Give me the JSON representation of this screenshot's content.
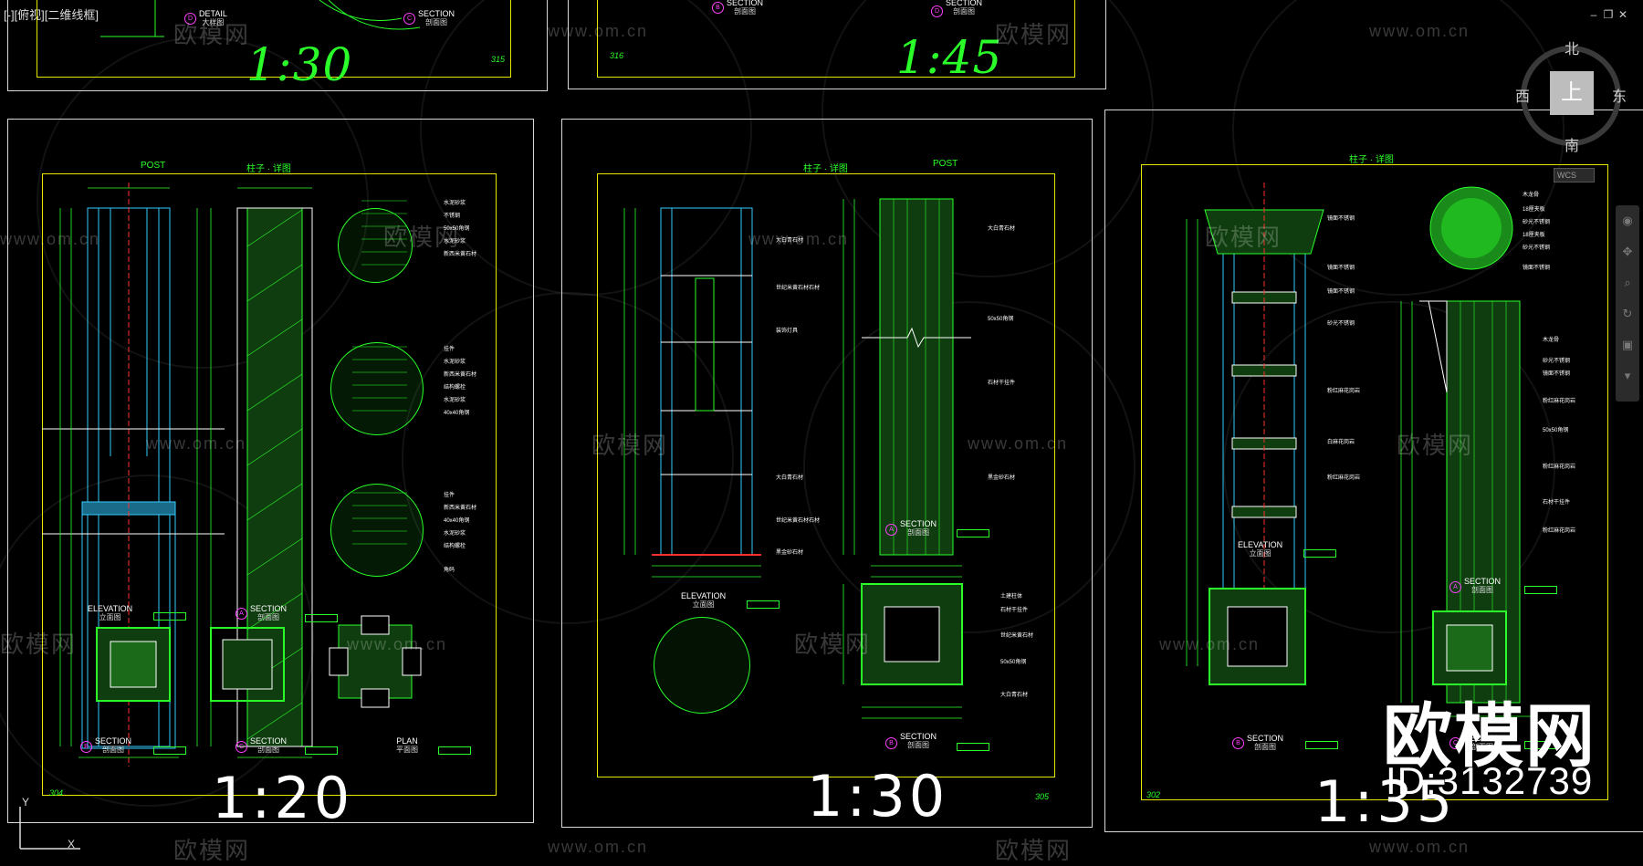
{
  "viewport_label": "[-][俯视][二维线框]",
  "compass": {
    "north": "北",
    "south": "南",
    "east": "东",
    "west": "西",
    "center": "上",
    "wcs": "WCS"
  },
  "window_controls": {
    "minimize": "–",
    "restore": "❐",
    "close": "✕"
  },
  "watermark": {
    "brand": "欧模网",
    "url": "www.om.cn",
    "id": "ID:3132739"
  },
  "ucs": {
    "y": "Y",
    "x": "X"
  },
  "top_sheets": [
    {
      "scale": "1:30",
      "page": "315",
      "labels": [
        {
          "bubble": "D",
          "title": "DETAIL",
          "cn": "大样图"
        },
        {
          "bubble": "C",
          "title": "SECTION",
          "cn": "剖面图"
        }
      ]
    },
    {
      "scale": "1:45",
      "page": "316",
      "labels": [
        {
          "bubble": "B",
          "title": "SECTION",
          "cn": "剖面图"
        },
        {
          "bubble": "D",
          "title": "SECTION",
          "cn": "剖面图"
        }
      ]
    }
  ],
  "sheets": [
    {
      "id": "sheet-1",
      "scale": "1:20",
      "page": "304",
      "header": {
        "left": "POST",
        "right": "柱子 · 详图"
      },
      "views": [
        {
          "bubble": "",
          "title": "ELEVATION",
          "cn": "立面图"
        },
        {
          "bubble": "A",
          "title": "SECTION",
          "cn": "剖面图"
        },
        {
          "bubble": "B",
          "title": "SECTION",
          "cn": "剖面图"
        },
        {
          "bubble": "C",
          "title": "SECTION",
          "cn": "剖面图"
        },
        {
          "bubble": "",
          "title": "PLAN",
          "cn": "平面图"
        }
      ],
      "notes": [
        "水泥砂浆",
        "不锈钢",
        "50x50角钢",
        "水泥砂浆",
        "新西米黄石材",
        "挂件",
        "水泥砂浆",
        "新西米黄石材",
        "结构螺栓",
        "水泥砂浆",
        "40x40角钢",
        "挂件",
        "新西米黄石材",
        "40x40角钢",
        "水泥砂浆",
        "结构螺栓",
        "角码"
      ]
    },
    {
      "id": "sheet-2",
      "scale": "1:30",
      "page": "305",
      "header": {
        "left": "柱子 · 详图",
        "right": "POST"
      },
      "views": [
        {
          "bubble": "",
          "title": "ELEVATION",
          "cn": "立面图"
        },
        {
          "bubble": "A",
          "title": "SECTION",
          "cn": "剖面图"
        },
        {
          "bubble": "B",
          "title": "SECTION",
          "cn": "剖面图"
        }
      ],
      "notes": [
        "大白青石材",
        "世纪米黄石材石材",
        "装饰灯具",
        "大白青石材",
        "世纪米黄石材石材",
        "黑金砂石材",
        "50x50角钢",
        "石材干挂件",
        "大白青石材",
        "黑金砂石材",
        "土建柱体",
        "石材干挂件",
        "世纪米黄石材",
        "50x50角钢",
        "大白青石材"
      ]
    },
    {
      "id": "sheet-3",
      "scale": "1:35",
      "page": "302",
      "header": {
        "left": "柱子 · 详图",
        "right": ""
      },
      "views": [
        {
          "bubble": "",
          "title": "ELEVATION",
          "cn": "立面图"
        },
        {
          "bubble": "A",
          "title": "SECTION",
          "cn": "剖面图"
        },
        {
          "bubble": "B",
          "title": "SECTION",
          "cn": "剖面图"
        },
        {
          "bubble": "C",
          "title": "SECTION",
          "cn": "剖面图"
        }
      ],
      "notes": [
        "镜面不锈钢",
        "镜面不锈钢",
        "镜面不锈钢",
        "砂光不锈钢",
        "粉红麻花岗岩",
        "白麻花岗岩",
        "粉红麻花岗岩",
        "木龙骨",
        "18厘夹板",
        "砂光不锈钢",
        "18厘夹板",
        "砂光不锈钢",
        "镜面不锈钢",
        "木龙骨",
        "砂光不锈钢",
        "镜面不锈钢",
        "粉红麻花岗岩",
        "50x50角钢",
        "粉红麻花岗岩",
        "石材干挂件",
        "粉红麻花岗岩"
      ]
    }
  ]
}
